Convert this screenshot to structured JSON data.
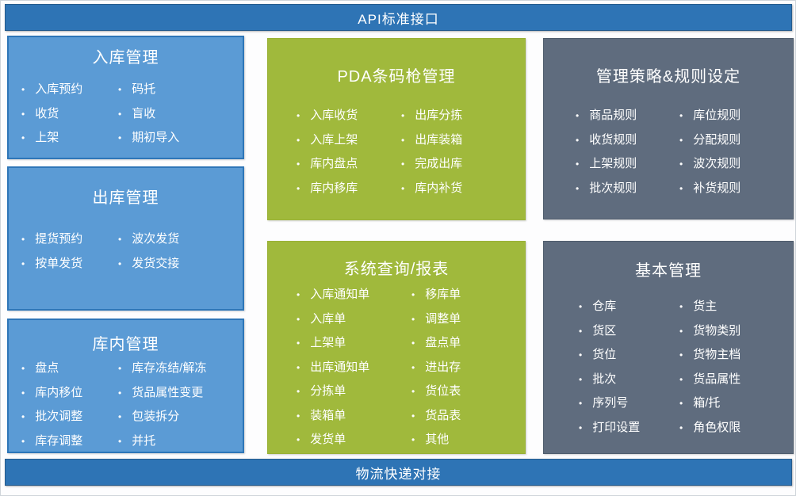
{
  "top_bar": {
    "label": "API标准接口"
  },
  "bottom_bar": {
    "label": "物流快递对接"
  },
  "colors": {
    "bar_blue": "#2E74B5",
    "box_light_blue": "#5B9BD5",
    "box_light_blue_border": "#2E76B8",
    "box_green": "#A0B93C",
    "box_gray": "#5F6C7E",
    "text": "#FFFFFF"
  },
  "boxes": [
    {
      "title": "入库管理",
      "col1": [
        "入库预约",
        "收货",
        "上架"
      ],
      "col2": [
        "码托",
        "盲收",
        "期初导入"
      ]
    },
    {
      "title": "出库管理",
      "col1": [
        "提货预约",
        "按单发货"
      ],
      "col2": [
        "波次发货",
        "发货交接"
      ]
    },
    {
      "title": "库内管理",
      "col1": [
        "盘点",
        "库内移位",
        "批次调整",
        "库存调整"
      ],
      "col2": [
        "库存冻结/解冻",
        "货品属性变更",
        "包装拆分",
        "并托"
      ]
    },
    {
      "title": "PDA条码枪管理",
      "col1": [
        "入库收货",
        "入库上架",
        "库内盘点",
        "库内移库"
      ],
      "col2": [
        "出库分拣",
        "出库装箱",
        "完成出库",
        "库内补货"
      ]
    },
    {
      "title": "系统查询/报表",
      "col1": [
        "入库通知单",
        "入库单",
        "上架单",
        "出库通知单",
        "分拣单",
        "装箱单",
        "发货单"
      ],
      "col2": [
        "移库单",
        "调整单",
        "盘点单",
        "进出存",
        "货位表",
        "货品表",
        "其他"
      ]
    },
    {
      "title": "管理策略&规则设定",
      "col1": [
        "商品规则",
        "收货规则",
        "上架规则",
        "批次规则"
      ],
      "col2": [
        "库位规则",
        "分配规则",
        "波次规则",
        "补货规则"
      ]
    },
    {
      "title": "基本管理",
      "col1": [
        "仓库",
        "货区",
        "货位",
        "批次",
        "序列号",
        "打印设置"
      ],
      "col2": [
        "货主",
        "货物类别",
        "货物主档",
        "货品属性",
        "箱/托",
        "角色权限"
      ]
    }
  ]
}
